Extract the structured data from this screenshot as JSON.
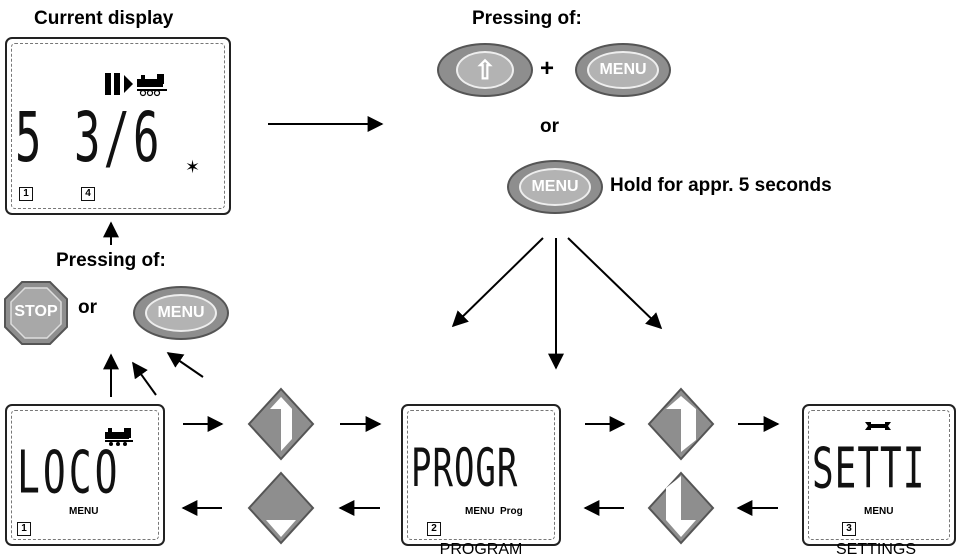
{
  "labels": {
    "current_display": "Current display",
    "pressing_of_top": "Pressing of:",
    "plus": "+",
    "or_top": "or",
    "hold": "Hold for appr. 5 seconds",
    "pressing_of_left": "Pressing of:",
    "or_left": "or",
    "program": "PROGRAM",
    "settings": "SETTINGS"
  },
  "buttons": {
    "menu": "MENU",
    "stop": "STOP",
    "arrow_up": "⇧"
  },
  "current_display": {
    "digits": "5 3/6",
    "index_1": "1",
    "index_2": "4",
    "star": "✶"
  },
  "displays": {
    "loco": {
      "text": "LOCO",
      "sub": "MENU",
      "index": "1"
    },
    "progr": {
      "text": "PROGR",
      "sub": "MENU  Prog",
      "index": "2"
    },
    "setti": {
      "text": "SETTI",
      "sub": "MENU",
      "index": "3"
    }
  },
  "icons": {
    "loco": "locomotive-icon",
    "wrench": "wrench-icon",
    "play": "play-icon",
    "nav_diamond": "navigation-diamond-icon"
  }
}
